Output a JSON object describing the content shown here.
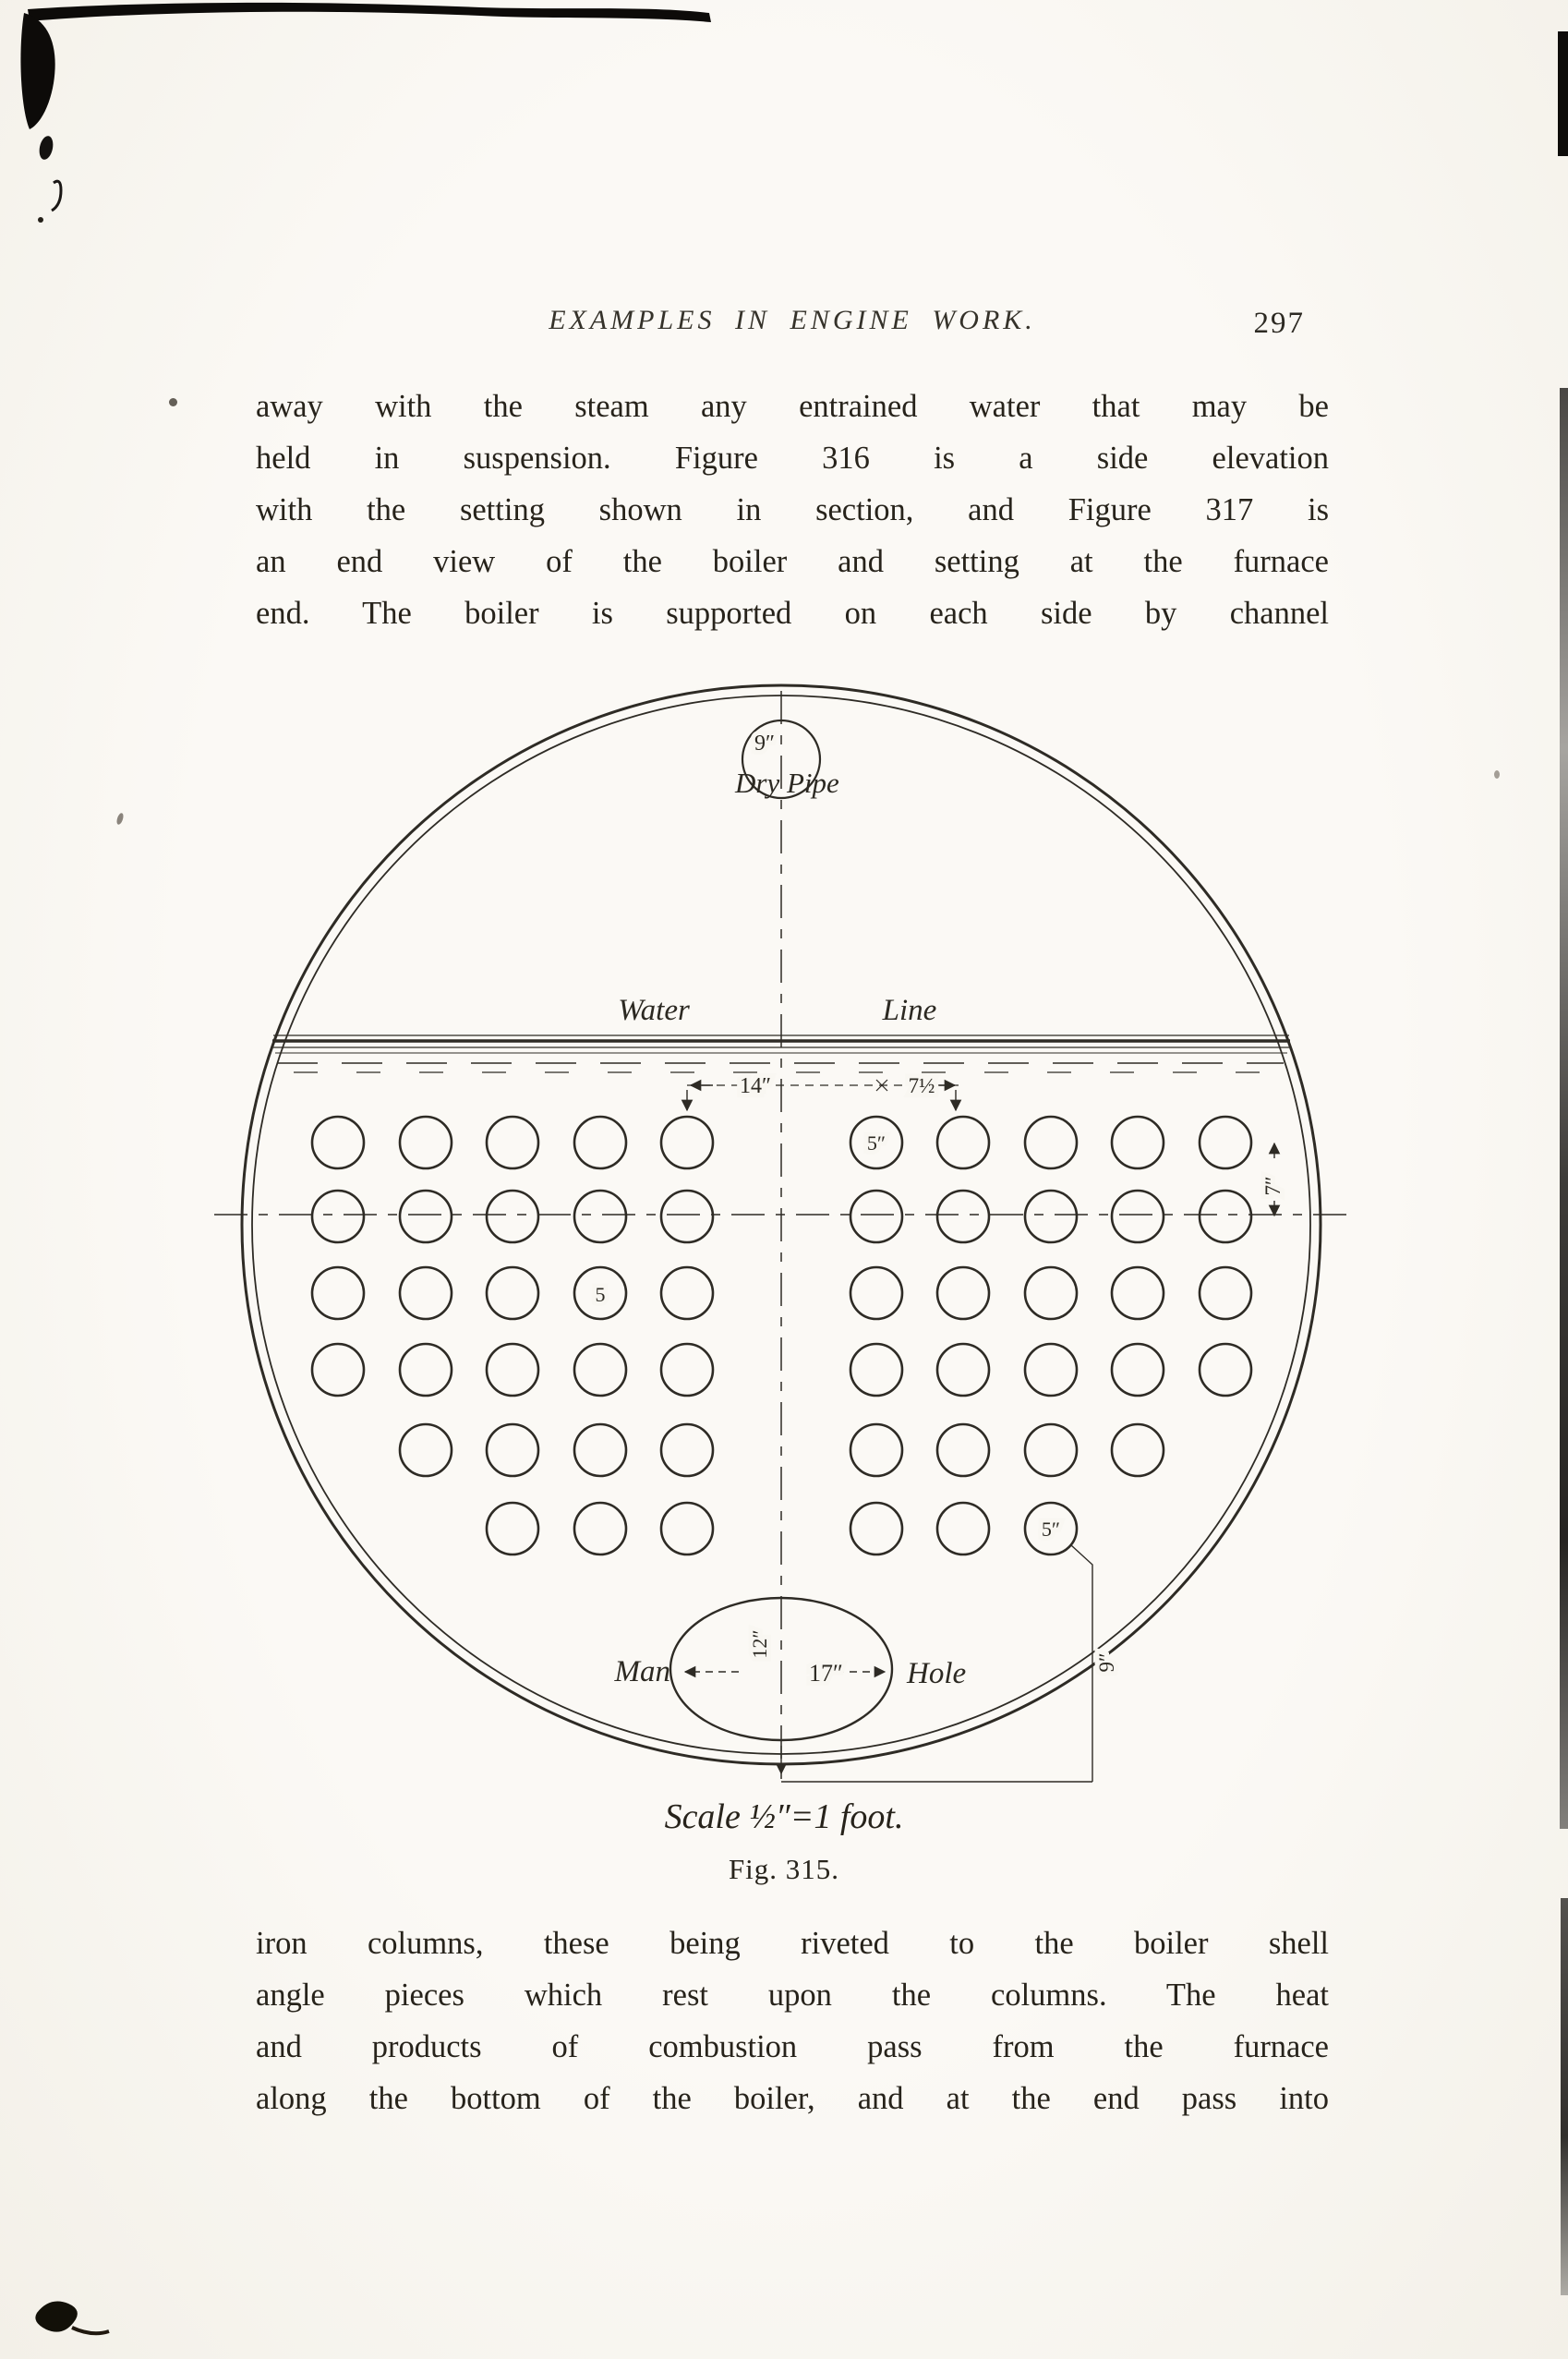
{
  "header": {
    "title": "EXAMPLES IN ENGINE WORK.",
    "page_number": "297"
  },
  "paragraph1": {
    "lines": [
      "away with the steam any entrained water that may be",
      "held in suspension.  Figure 316 is a side elevation",
      "with the setting shown in section, and Figure 317 is",
      "an end view of the boiler and setting at the furnace",
      "end.  The boiler is supported on each side by channel"
    ]
  },
  "paragraph2": {
    "lines": [
      "iron columns, these being riveted to the boiler shell",
      "angle pieces which rest upon the columns.  The heat",
      "and products of combustion pass from the furnace",
      "along the bottom of the boiler, and at the end pass into"
    ]
  },
  "figure": {
    "labels": {
      "dry_pipe_size": "9″",
      "dry_pipe": "Dry Pipe",
      "water": "Water",
      "line": "Line",
      "dim_14": "14″",
      "dim_7_5": "7½",
      "tube_5in_top": "5″",
      "tube_5_left": "5",
      "pitch_7": "7″",
      "tube_5in_bottom": "5″",
      "man": "Man",
      "hole": "Hole",
      "dim_17": "17″",
      "dim_12": "12″",
      "dim_9": "9″"
    },
    "caption": "Scale ½″=1 foot.",
    "fig_label": "Fig. 315."
  }
}
